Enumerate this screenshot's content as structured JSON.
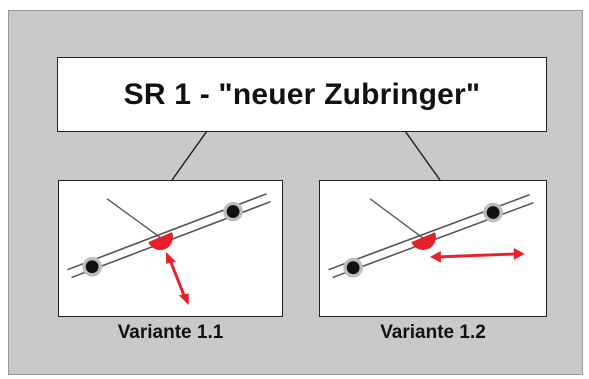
{
  "title": "SR 1 - \"neuer Zubringer\"",
  "variants": [
    {
      "label": "Variante 1.1"
    },
    {
      "label": "Variante 1.2"
    }
  ],
  "colors": {
    "panel_background": "#c9c9c9",
    "box_background": "#ffffff",
    "accent_red": "#e8202a",
    "line_dark": "#333333"
  }
}
